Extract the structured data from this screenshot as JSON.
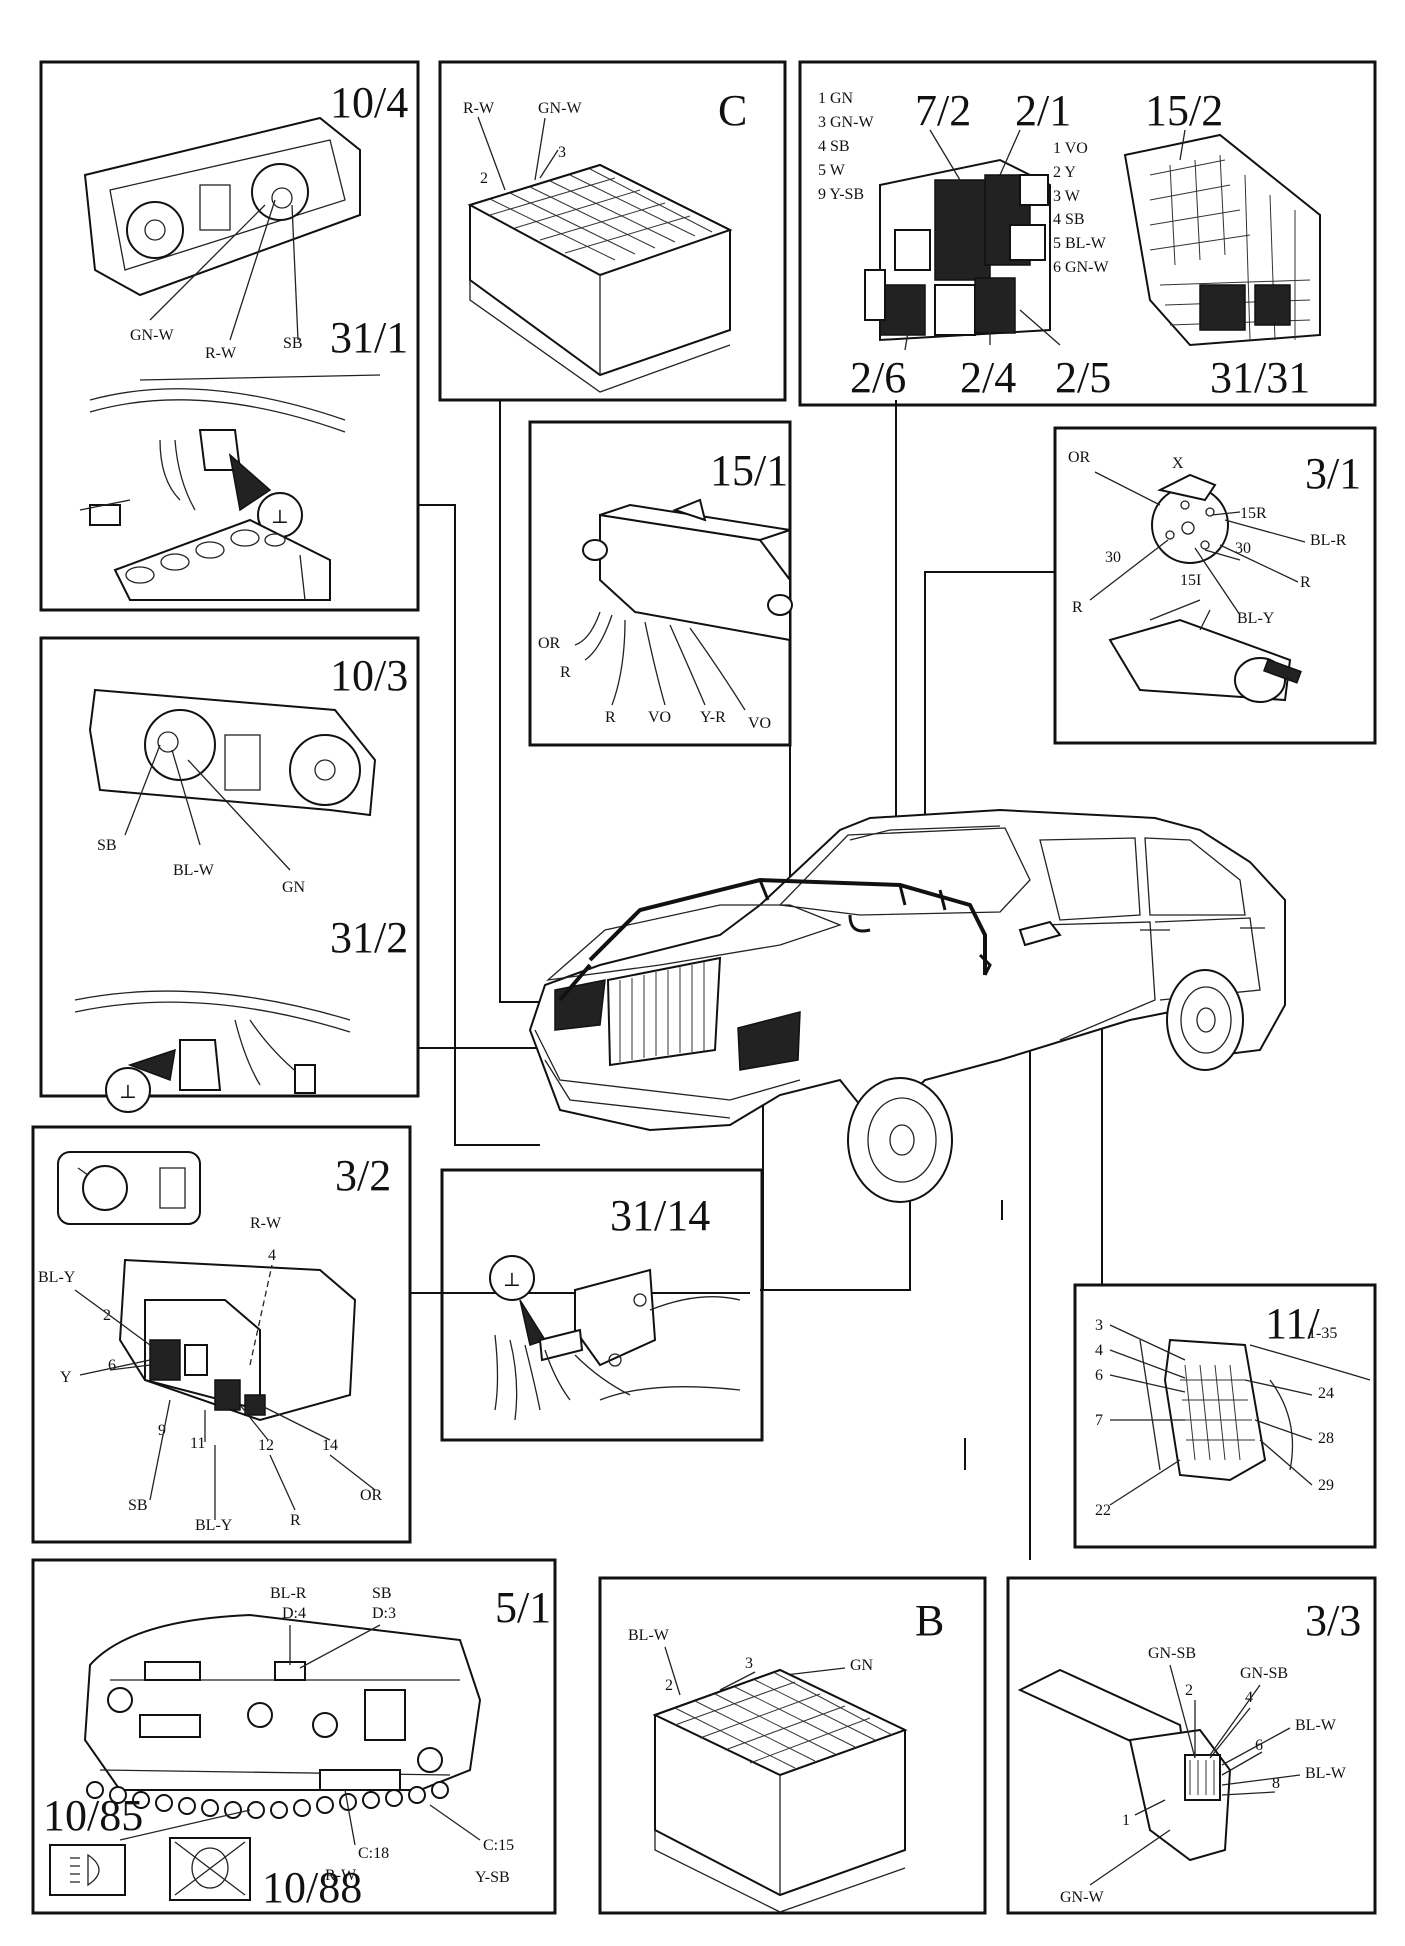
{
  "panels": {
    "p10_4": {
      "label": "10/4",
      "wires": [
        "GN-W",
        "R-W",
        "SB"
      ],
      "sub_label": "31/1",
      "ground_symbol": "⊥"
    },
    "pC": {
      "label": "C",
      "wires": [
        "R-W",
        "GN-W"
      ],
      "pins": [
        "2",
        "3"
      ]
    },
    "p7_2": {
      "labels": [
        "7/2",
        "2/1",
        "15/2",
        "2/6",
        "2/4",
        "2/5",
        "31/31"
      ],
      "left_list": [
        "1 GN",
        "3 GN-W",
        "4 SB",
        "5 W",
        "9 Y-SB"
      ],
      "right_list": [
        "1 VO",
        "2 Y",
        "3 W",
        "4 SB",
        "5 BL-W",
        "6 GN-W"
      ]
    },
    "p15_1": {
      "label": "15/1",
      "wires": [
        "OR",
        "R",
        "R",
        "VO",
        "Y-R",
        "VO"
      ]
    },
    "p3_1": {
      "label": "3/1",
      "wires": [
        "OR",
        "X",
        "15R",
        "BL-R",
        "30",
        "30",
        "R",
        "15I",
        "R",
        "BL-Y"
      ]
    },
    "p10_3": {
      "label": "10/3",
      "wires": [
        "SB",
        "BL-W",
        "GN"
      ],
      "sub_label": "31/2",
      "ground_symbol": "⊥"
    },
    "p3_2": {
      "label": "3/2",
      "wires": [
        "R-W",
        "4",
        "BL-Y",
        "2",
        "Y",
        "6",
        "9",
        "11",
        "12",
        "14",
        "SB",
        "BL-Y",
        "R",
        "OR"
      ]
    },
    "p31_14": {
      "label": "31/14",
      "ground_symbol": "⊥"
    },
    "p11": {
      "label": "11/",
      "label_sub": "1-35",
      "pins_left": [
        "3",
        "4",
        "6",
        "7",
        "22"
      ],
      "pins_right": [
        "24",
        "28",
        "29"
      ]
    },
    "p5_1": {
      "label": "5/1",
      "wires": [
        "BL-R",
        "D:4",
        "SB",
        "D:3",
        "C:18",
        "R-W",
        "C:15",
        "Y-SB"
      ],
      "bottom_labels": [
        "10/85",
        "10/88"
      ]
    },
    "pB": {
      "label": "B",
      "wires": [
        "BL-W",
        "GN"
      ],
      "pins": [
        "2",
        "3"
      ]
    },
    "p3_3": {
      "label": "3/3",
      "wires": [
        "GN-SB",
        "GN-SB",
        "2",
        "4",
        "BL-W",
        "6",
        "BL-W",
        "8",
        "1",
        "GN-W"
      ]
    }
  }
}
